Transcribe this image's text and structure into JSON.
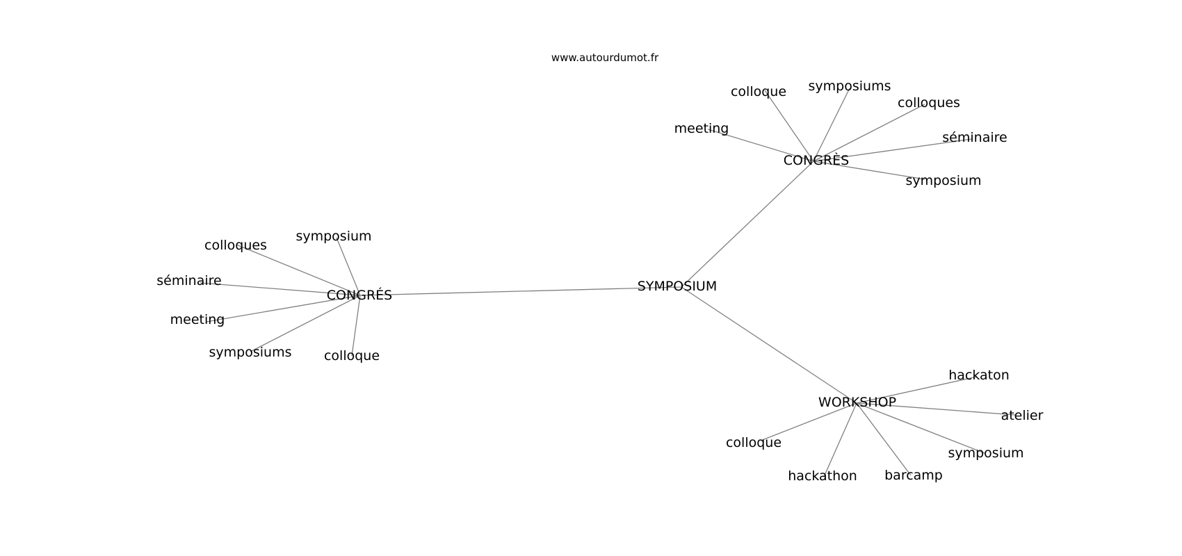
{
  "watermark": "www.autourdumot.fr",
  "colors": {
    "edge": "#808080",
    "text": "#000000",
    "background": "#ffffff"
  },
  "graph": {
    "root": "SYMPOSIUM",
    "branches": [
      {
        "label": "CONGRÈS",
        "leaves": [
          "colloque",
          "symposiums",
          "colloques",
          "meeting",
          "séminaire",
          "symposium"
        ]
      },
      {
        "label": "CONGRÉS",
        "leaves": [
          "colloques",
          "symposium",
          "séminaire",
          "meeting",
          "symposiums",
          "colloque"
        ]
      },
      {
        "label": "WORKSHOP",
        "leaves": [
          "hackaton",
          "atelier",
          "colloque",
          "symposium",
          "hackathon",
          "barcamp"
        ]
      }
    ]
  }
}
